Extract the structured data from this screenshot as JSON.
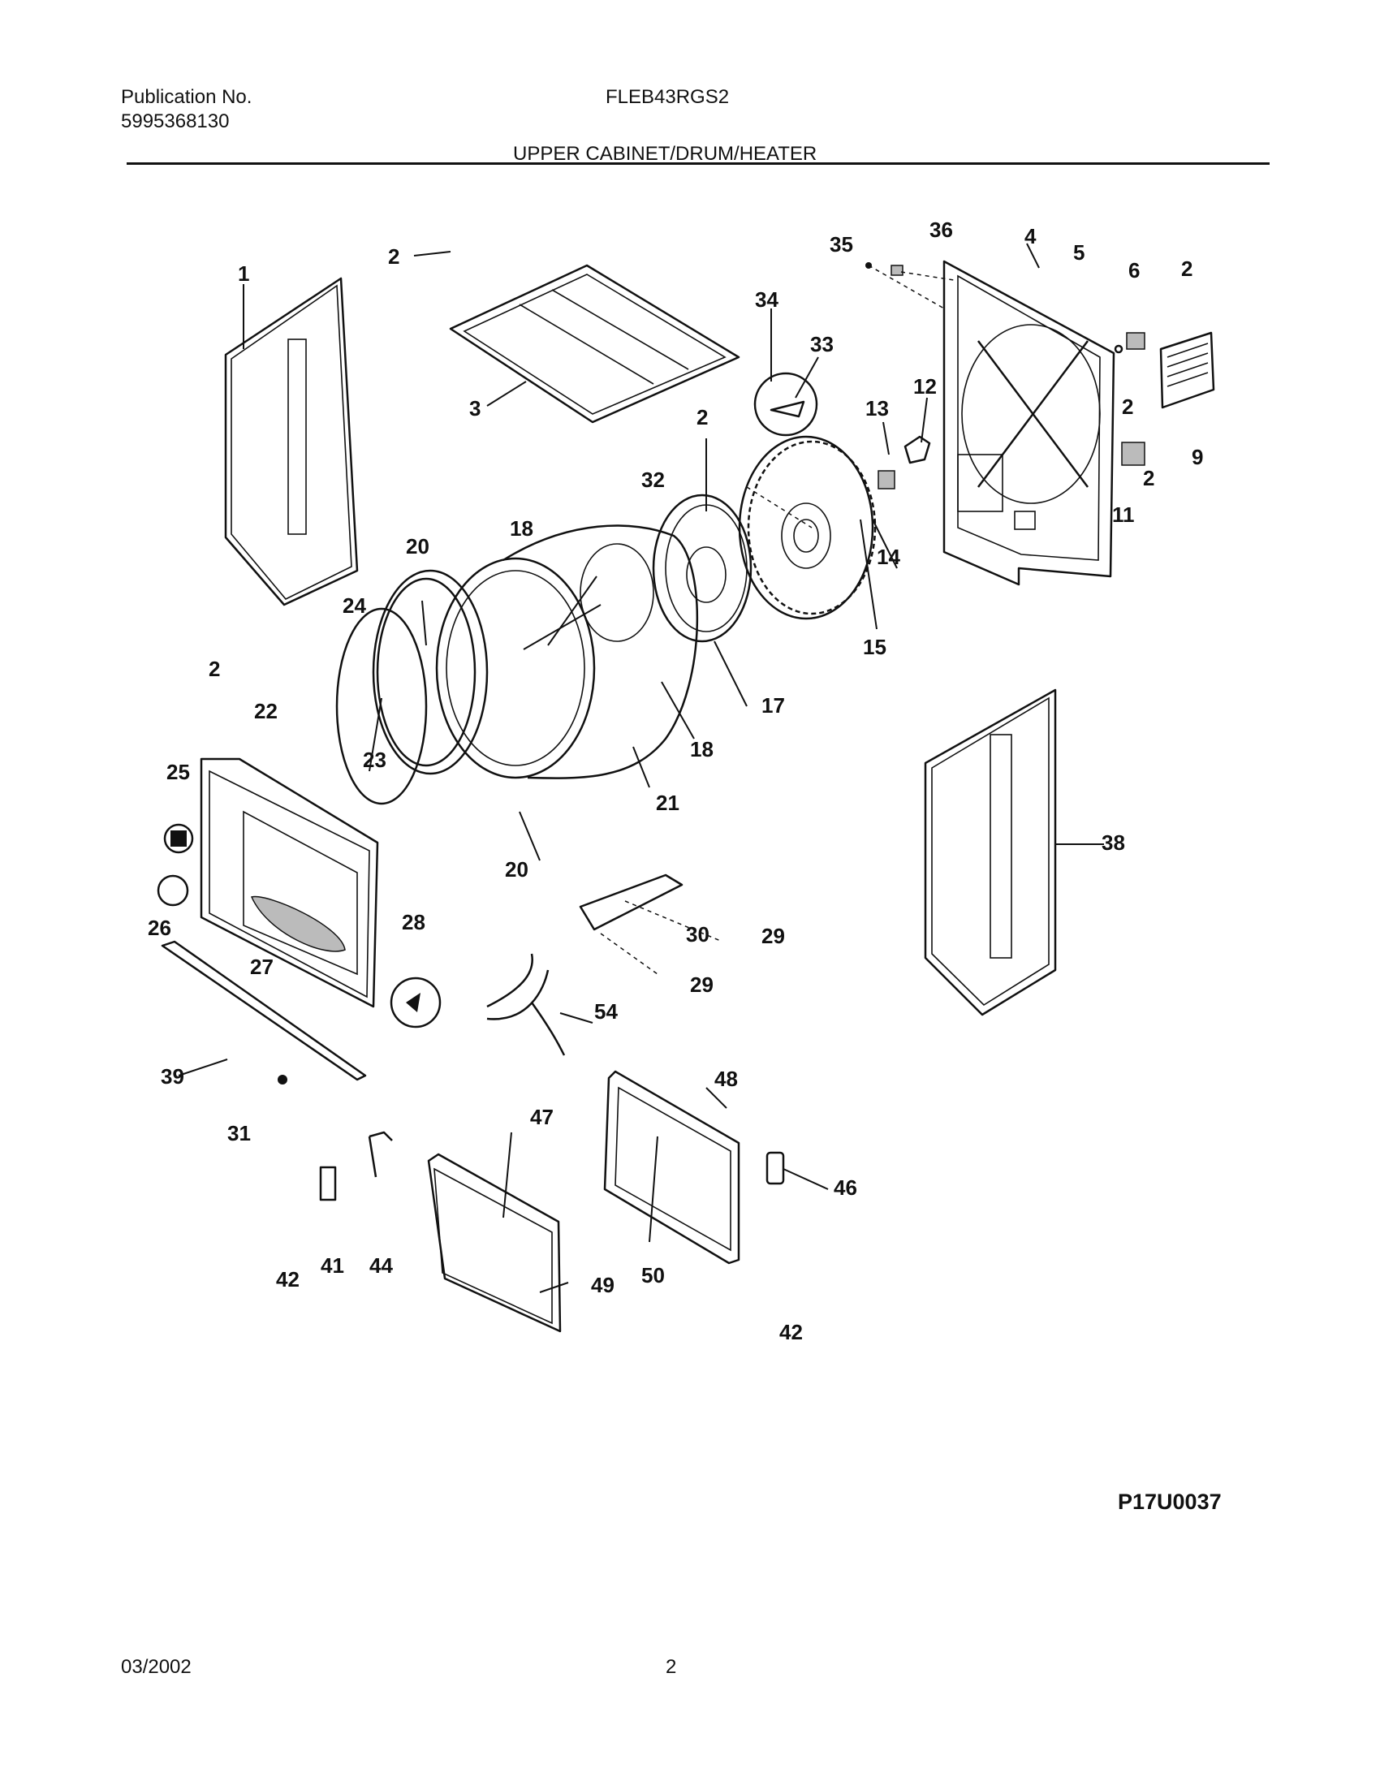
{
  "header": {
    "publication_label": "Publication No.",
    "publication_number": "5995368130",
    "model": "FLEB43RGS2",
    "section_title": "UPPER CABINET/DRUM/HEATER"
  },
  "diagram": {
    "callouts": {
      "c1": "1",
      "c2a": "2",
      "c3": "3",
      "c35": "35",
      "c36": "36",
      "c4": "4",
      "c5": "5",
      "c6": "6",
      "c2b": "2",
      "c34": "34",
      "c33": "33",
      "c12": "12",
      "c13": "13",
      "c2c": "2",
      "c9": "9",
      "c2d": "2",
      "c11": "11",
      "c2e": "2",
      "c32": "32",
      "c14": "14",
      "c15": "15",
      "c18a": "18",
      "c20a": "20",
      "c24": "24",
      "c17": "17",
      "c18b": "18",
      "c2f": "2",
      "c22": "22",
      "c25": "25",
      "c23": "23",
      "c21": "21",
      "c20b": "20",
      "c38": "38",
      "c26": "26",
      "c28": "28",
      "c30": "30",
      "c29a": "29",
      "c27": "27",
      "c29b": "29",
      "c54": "54",
      "c39": "39",
      "c48": "48",
      "c31": "31",
      "c47": "47",
      "c46": "46",
      "c42a": "42",
      "c41": "41",
      "c44": "44",
      "c50": "50",
      "c49": "49",
      "c42b": "42"
    },
    "code": "P17U0037"
  },
  "footer": {
    "date": "03/2002",
    "page": "2"
  }
}
